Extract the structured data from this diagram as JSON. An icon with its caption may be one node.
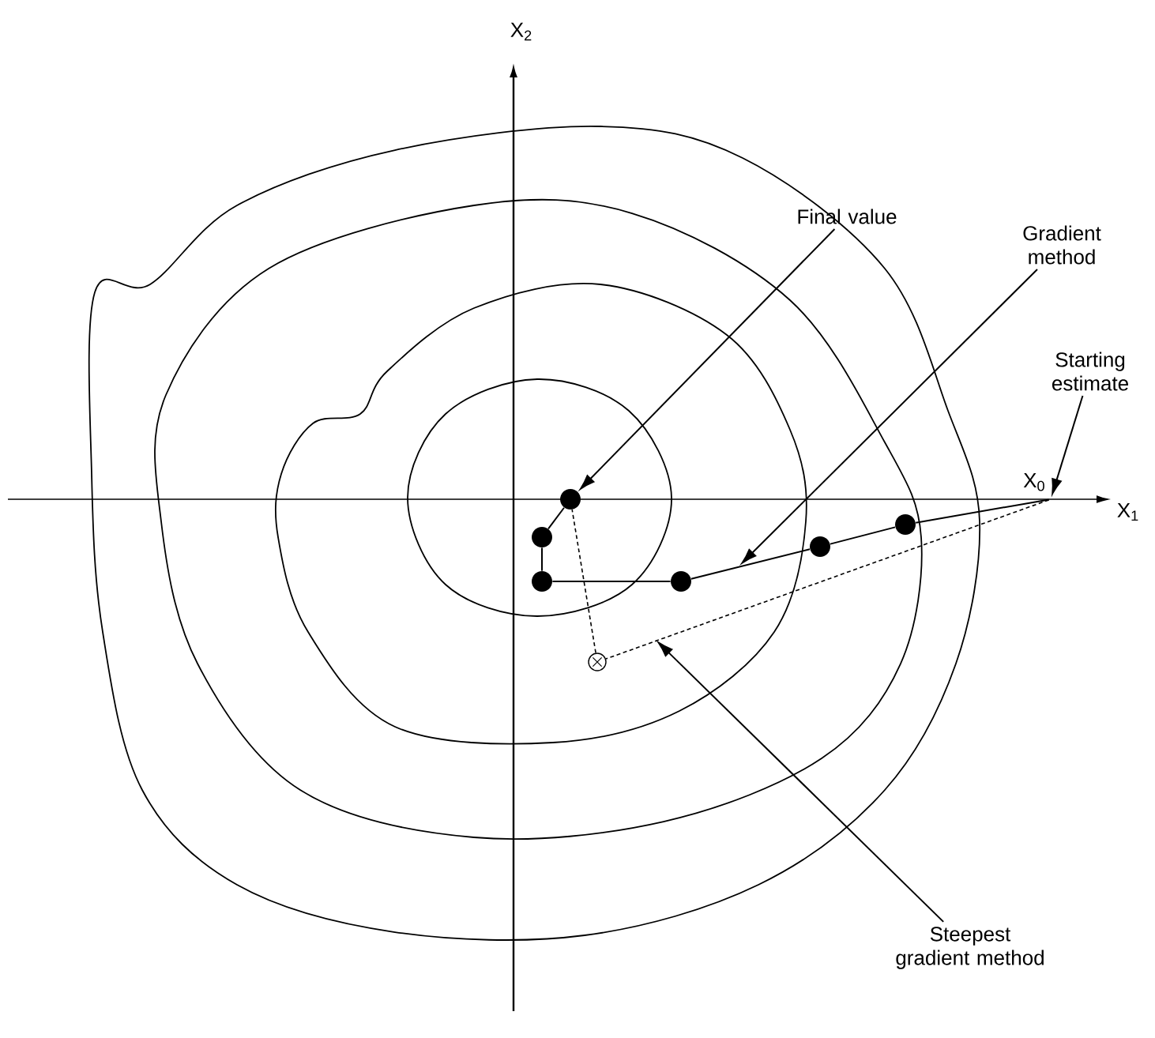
{
  "diagram": {
    "nodes": [
      {
        "text": [
          "Final value"
        ]
      },
      {
        "text": [
          "Gradient method"
        ]
      },
      {
        "text": [
          "Starting estimate"
        ]
      },
      {
        "text": [
          "Steepest gradient method"
        ]
      },
      {
        "text": [],
        "shape": "point",
        "beside": [
          "X$_{0}$"
        ]
      },
      {
        "text": [],
        "shape": "dot"
      },
      {
        "text": [],
        "shape": "dot"
      },
      {
        "text": [],
        "shape": "dot"
      },
      {
        "text": [],
        "shape": "dot"
      },
      {
        "text": [],
        "shape": "dot"
      },
      {
        "text": [],
        "shape": "dot"
      },
      {
        "text": [],
        "shape": "circle"
      }
    ],
    "edges": [
      {
        "from": 0,
        "to": 10,
        "arrow": "to"
      },
      {
        "from": 1,
        "to": null,
        "arrow": "to"
      },
      {
        "from": 2,
        "to": 4,
        "arrow": "to"
      },
      {
        "from": 3,
        "to": null,
        "arrow": "to"
      },
      {
        "from": 4,
        "to": 5,
        "arrow": "none"
      },
      {
        "from": 5,
        "to": 6,
        "arrow": "none"
      },
      {
        "from": 6,
        "to": 7,
        "arrow": "none"
      },
      {
        "from": 7,
        "to": 8,
        "arrow": "none"
      },
      {
        "from": 8,
        "to": 9,
        "arrow": "none"
      },
      {
        "from": 9,
        "to": 10,
        "arrow": "none"
      },
      {
        "from": 4,
        "to": 11,
        "arrow": "none",
        "style": "dashed"
      },
      {
        "from": 11,
        "to": 10,
        "arrow": "none",
        "style": "dashed"
      }
    ],
    "labels": [
      "X$_{2}$",
      "X$_{1}$"
    ]
  }
}
